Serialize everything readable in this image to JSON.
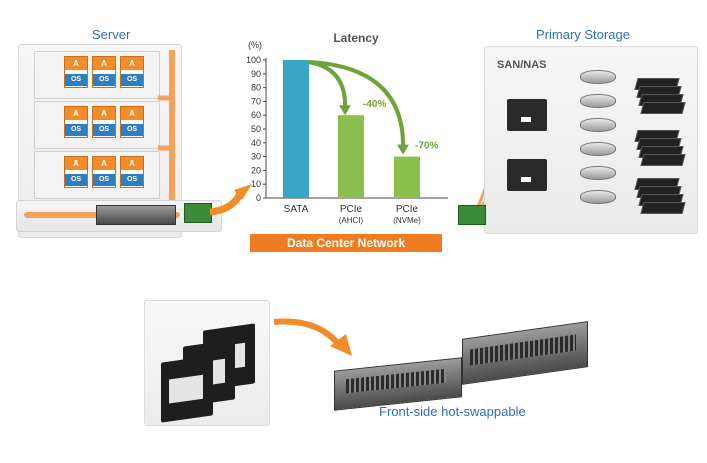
{
  "server": {
    "title": "Server",
    "vm_app_label": "A",
    "vm_os_label": "OS"
  },
  "chart_data": {
    "type": "bar",
    "title": "Latency",
    "ylabel": "(%)",
    "xlabel": "",
    "ylim": [
      0,
      100
    ],
    "yticks": [
      0,
      10,
      20,
      30,
      40,
      50,
      60,
      70,
      80,
      90,
      100
    ],
    "categories": [
      "SATA",
      "PCIe\n(AHCI)",
      "PCIe\n(NVMe)"
    ],
    "category_lines": [
      [
        "SATA"
      ],
      [
        "PCIe",
        "(AHCI)"
      ],
      [
        "PCIe",
        "(NVMe)"
      ]
    ],
    "values": [
      100,
      60,
      30
    ],
    "colors": [
      "#3aa6c6",
      "#8dbf4f",
      "#8dbf4f"
    ],
    "annotations": [
      "-40%",
      "-70%"
    ],
    "annotation_color": "#6ea33a",
    "grid": false
  },
  "network": {
    "label": "Data Center Network",
    "color": "#f07c22"
  },
  "storage": {
    "title": "Primary Storage",
    "subtitle": "SAN/NAS"
  },
  "footer": {
    "caption": "Front-side hot-swappable"
  },
  "colors": {
    "title_blue": "#2f6fb7",
    "arrow_orange": "#f28c28",
    "link_orange": "#f5a15a"
  }
}
